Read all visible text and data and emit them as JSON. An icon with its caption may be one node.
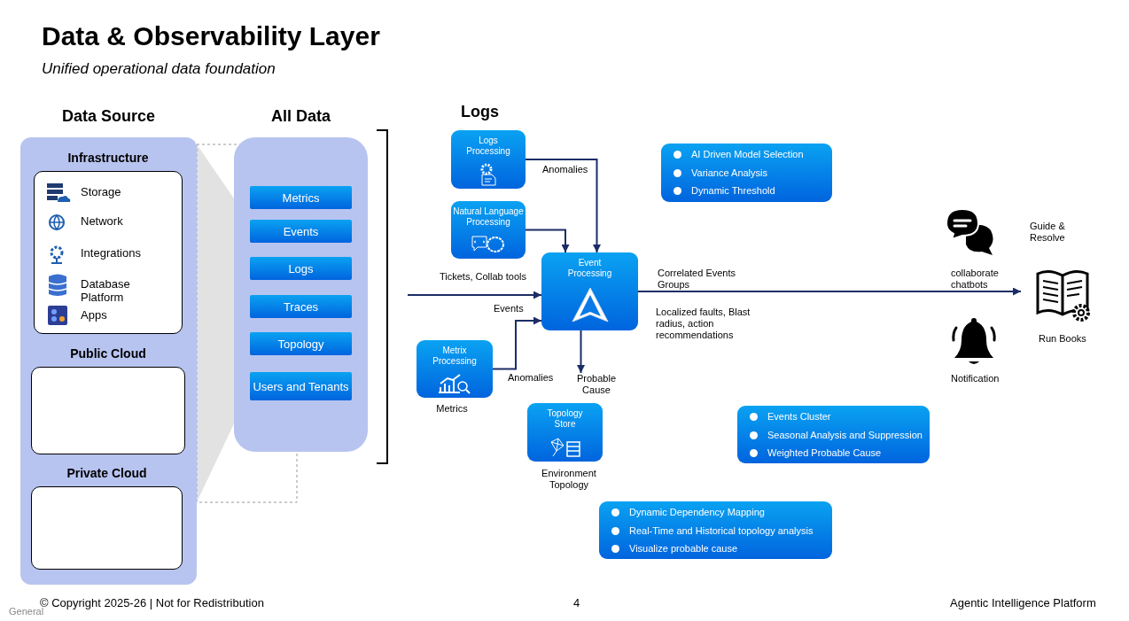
{
  "diagram": {
    "title": "Data & Observability Layer",
    "nodes": [
      {
        "text": [
          "Data Source"
        ]
      },
      {
        "text": [
          "Infrastructure"
        ],
        "in": 0
      },
      {
        "text": [
          "Public Cloud"
        ],
        "in": 0
      },
      {
        "text": [
          "Private Cloud"
        ],
        "in": 0
      },
      {
        "text": [
          "All Data"
        ]
      },
      {
        "text": [
          "Metrics"
        ],
        "in": 4
      },
      {
        "text": [
          "Events"
        ],
        "in": 4
      },
      {
        "text": [
          "Logs"
        ],
        "in": 4
      },
      {
        "text": [
          "Traces"
        ],
        "in": 4
      },
      {
        "text": [
          "Topology"
        ],
        "in": 4
      },
      {
        "text": [
          "Users and Tenants"
        ],
        "in": 4
      },
      {
        "text": [
          "Logs Processing"
        ],
        "beside": [
          "Logs"
        ]
      },
      {
        "text": [
          "Natural Language Processing"
        ]
      },
      {
        "text": [
          "Event Processing"
        ]
      },
      {
        "text": [
          "Metrix Processing"
        ],
        "beside": [
          "Metrics"
        ]
      },
      {
        "text": [
          "Topology Store"
        ],
        "beside": [
          "Environment Topology"
        ]
      },
      {
        "text": [
          "AI Driven Model Selection",
          "Variance Analysis",
          "Dynamic Threshold"
        ]
      },
      {
        "text": [
          "Events Cluster",
          "Seasonal Analysis and Suppression",
          "Weighted Probable Cause"
        ]
      },
      {
        "text": [
          "Dynamic Dependency Mapping",
          "Real-Time and Historical topology analysis",
          "Visualize probable cause"
        ]
      },
      {
        "text": [
          "Run Books"
        ],
        "beside": [
          "Guide & Resolve"
        ]
      },
      {
        "text": [
          "Probable Cause"
        ]
      }
    ],
    "edges": [
      {
        "from": null,
        "to": 13,
        "arrow": "to",
        "label": "Events"
      },
      {
        "from": 11,
        "to": 13,
        "arrow": "to",
        "label": "Anomalies"
      },
      {
        "from": 12,
        "to": 13,
        "arrow": "to"
      },
      {
        "from": 14,
        "to": 13,
        "arrow": "to",
        "label": "Anomalies"
      },
      {
        "from": 13,
        "to": 19,
        "arrow": "to",
        "label": "Correlated Events Groups"
      },
      {
        "from": 13,
        "to": 20,
        "arrow": "to"
      }
    ],
    "labels": [
      "Unified operational data foundation",
      "Storage",
      "Network",
      "Integrations",
      "Database Platform",
      "Apps",
      "Tickets, Collab tools",
      "Localized faults, Blast radius, action recommendations",
      "collaborate chatbots",
      "Notification",
      "© Copyright 2025-26 | Not for Redistribution",
      "4",
      "Agentic Intelligence Platform",
      "General"
    ]
  }
}
